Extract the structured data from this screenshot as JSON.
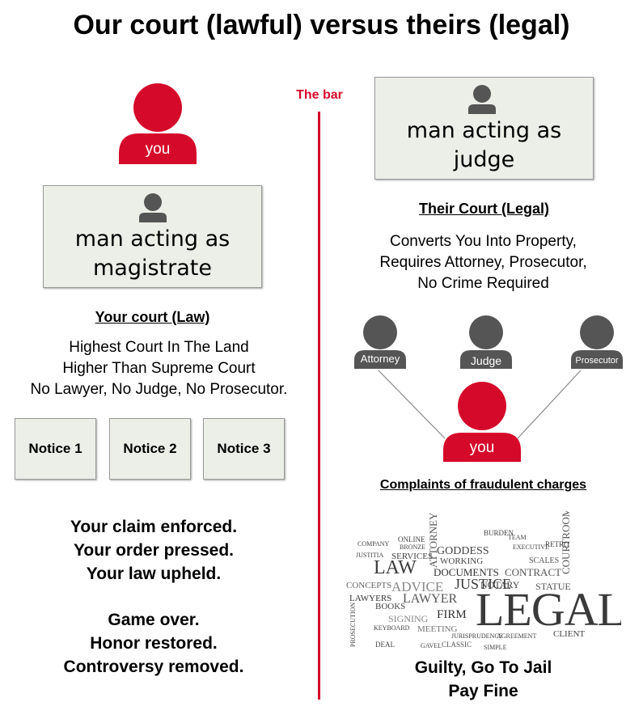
{
  "title": "Our court (lawful) versus theirs (legal)",
  "bar_label": "The bar",
  "colors": {
    "accent": "#d50a2a",
    "gray_person": "#555555",
    "card_bg": "#ecefe8"
  },
  "left": {
    "you_label": "you",
    "magistrate_card": {
      "line1": "man acting as",
      "line2": "magistrate"
    },
    "heading": "Your court (Law)",
    "description": [
      "Highest Court In The Land",
      "Higher Than Supreme Court",
      "No Lawyer, No Judge, No Prosecutor."
    ],
    "notices": [
      "Notice 1",
      "Notice 2",
      "Notice 3"
    ],
    "outcomes_1": [
      "Your claim enforced.",
      "Your order pressed.",
      "Your law upheld."
    ],
    "outcomes_2": [
      "Game over.",
      "Honor restored.",
      "Controversy removed."
    ]
  },
  "right": {
    "judge_card": {
      "line1": "man acting as",
      "line2": "judge"
    },
    "heading": "Their Court (Legal)",
    "description": [
      "Converts You Into Property,",
      "Requires Attorney, Prosecutor,",
      "No Crime Required"
    ],
    "people": {
      "attorney": "Attorney",
      "judge": "Judge",
      "prosecutor": "Prosecutor",
      "you": "you"
    },
    "complaints_heading": "Complaints of fraudulent charges",
    "word_cloud": {
      "main": "LEGAL",
      "words": [
        "LAW",
        "ADVICE",
        "JUSTICE",
        "LAWYER",
        "FIRM",
        "DOCUMENTS",
        "GODDESS",
        "SERVICES",
        "CONTRACT",
        "NOTARY",
        "STATUE",
        "CONCEPTS",
        "LAWYERS",
        "BOOKS",
        "MEETING",
        "SIGNING",
        "WORKING",
        "ATTORNEY",
        "COURTROOM",
        "CLIENT",
        "KEYBOARD",
        "COMPANY",
        "ONLINE",
        "BURDEN",
        "SCALES",
        "CLASSIC",
        "DEAL",
        "GAVEL",
        "SIMPLE",
        "PROSECUTION",
        "AGREEMENT",
        "TEAM",
        "RETRO",
        "BRONZE",
        "JUSTITIA",
        "EXECUTIVE",
        "JURISPRUDENCE"
      ]
    },
    "verdict": [
      "Guilty, Go To Jail",
      "Pay Fine"
    ]
  }
}
